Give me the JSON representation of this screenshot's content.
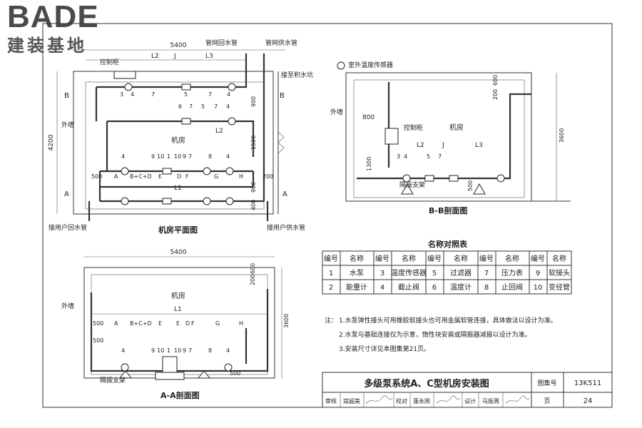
{
  "brand": {
    "name": "BADE",
    "subtitle": "建装基地"
  },
  "plan": {
    "title": "机房平面图",
    "room": "机房",
    "dims": {
      "width": "5400",
      "height": "4200",
      "d900a": "900",
      "d1500": "1500",
      "d900b": "900",
      "d400": "400",
      "d500": "500",
      "d200": "200",
      "L1": "L1",
      "L2a": "L2",
      "J": "J",
      "L3": "L3",
      "L2b": "L2"
    },
    "labels": {
      "control_cabinet": "控制柜",
      "return_pipe": "管网回水管",
      "supply_pipe": "管网供水管",
      "drain": "接至积水坑",
      "outer_wall": "外墙",
      "user_return": "接用户回水管",
      "user_supply": "接用户供水管",
      "section_b": "B",
      "section_a": "A"
    },
    "row_top": [
      "3",
      "4",
      "7",
      "5",
      "7",
      "4"
    ],
    "row_mid": [
      "6",
      "7",
      "5",
      "7",
      "4"
    ],
    "row_low": [
      "4",
      "9",
      "10",
      "1",
      "10",
      "9",
      "7",
      "8",
      "4"
    ],
    "letters": [
      "A",
      "B+C+D",
      "E",
      "D",
      "F",
      "G",
      "H"
    ]
  },
  "bb": {
    "title": "B-B剖面图",
    "labels": {
      "sensor": "室外温度传感器",
      "outer_wall": "外墙",
      "control_cabinet": "控制柜",
      "room": "机房",
      "support": "隔振支架"
    },
    "dims": {
      "d200": "200",
      "d600": "600",
      "d3600": "3600",
      "d800": "800",
      "d1300": "1300",
      "d500": "500",
      "L2": "L2",
      "J": "J",
      "L3": "L3"
    },
    "nums": [
      "3",
      "4",
      "5",
      "7"
    ]
  },
  "aa": {
    "title": "A-A剖面图",
    "room": "机房",
    "labels": {
      "outer_wall": "外墙",
      "support": "隔振支架",
      "L1": "L1"
    },
    "dims": {
      "width": "5400",
      "d200": "200",
      "d600": "600",
      "d3600": "3600",
      "d500a": "500",
      "d500b": "500",
      "d500c": "500"
    },
    "letters": [
      "A",
      "B+C+D",
      "E",
      "E",
      "D",
      "F",
      "G",
      "H"
    ],
    "nums": [
      "4",
      "9",
      "10",
      "1",
      "10",
      "9",
      "7",
      "8",
      "4"
    ]
  },
  "table": {
    "title": "名称对照表",
    "headers": [
      "编号",
      "名称",
      "编号",
      "名称",
      "编号",
      "名称",
      "编号",
      "名称",
      "编号",
      "名称"
    ],
    "rows": [
      [
        "1",
        "水泵",
        "3",
        "温度传感器",
        "5",
        "过滤器",
        "7",
        "压力表",
        "9",
        "软接头"
      ],
      [
        "2",
        "能量计",
        "4",
        "截止阀",
        "6",
        "温度计",
        "8",
        "止回阀",
        "10",
        "变径管"
      ]
    ]
  },
  "notes": {
    "prefix": "注：",
    "items": [
      "1.水泵弹性接头可用橡胶软接头也可用金属软管连接，具体做法以设计为准。",
      "2.水泵与基础连接仅为示意，惰性块安装或隔振器减振以设计为准。",
      "3.安装尺寸详见本图集第21页。"
    ]
  },
  "titleblock": {
    "title": "多级泵系统A、C型机房安装图",
    "atlas_label": "图集号",
    "atlas_value": "13K511",
    "page_label": "页",
    "page_value": "24",
    "review_label": "审核",
    "reviewer": "寇超美",
    "check_label": "校对",
    "checker": "蓬永刚",
    "design_label": "设计",
    "designer": "马振周"
  }
}
